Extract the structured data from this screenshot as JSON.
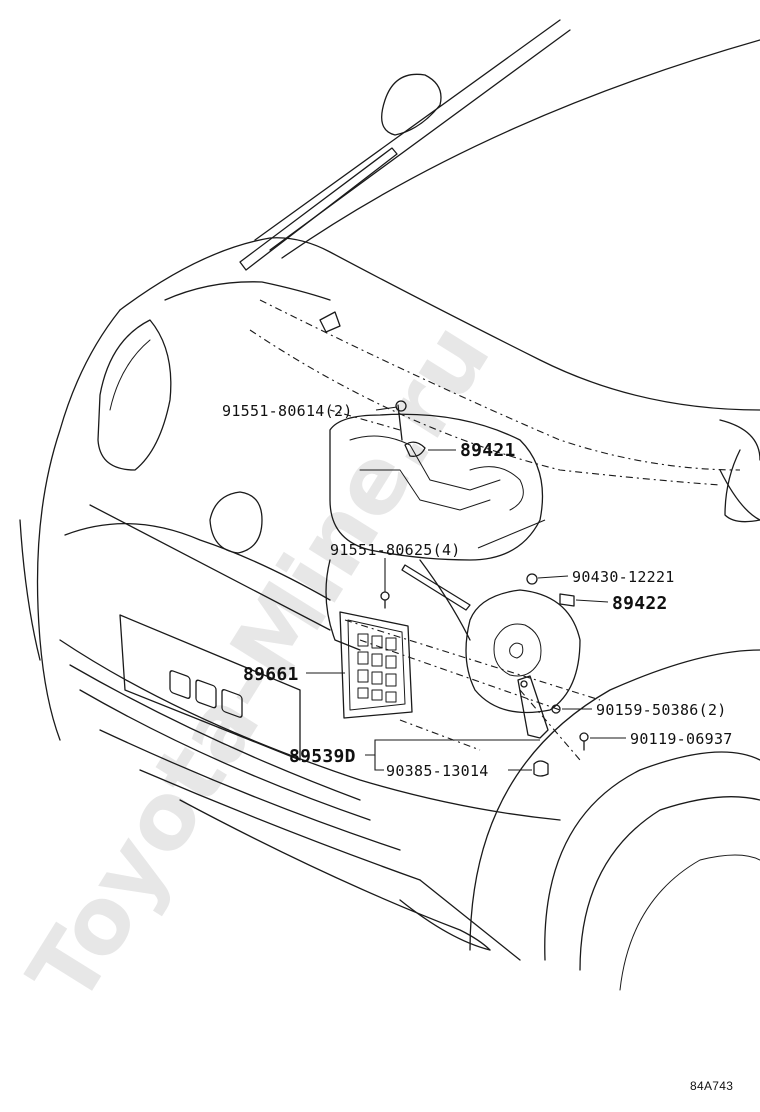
{
  "watermark": "Toyota-Mine.ru",
  "diagram_code": "84A743",
  "callouts": {
    "p1": {
      "part": "91551-80614",
      "qty": "(2)"
    },
    "p2": {
      "part": "89421"
    },
    "p3": {
      "part": "91551-80625",
      "qty": "(4)"
    },
    "p4": {
      "part": "90430-12221"
    },
    "p5": {
      "part": "89422"
    },
    "p6": {
      "part": "89661"
    },
    "p7": {
      "part": "90159-50386",
      "qty": "(2)"
    },
    "p8": {
      "part": "90119-06937"
    },
    "p9": {
      "part": "89539D"
    },
    "p10": {
      "part": "90385-13014"
    }
  }
}
